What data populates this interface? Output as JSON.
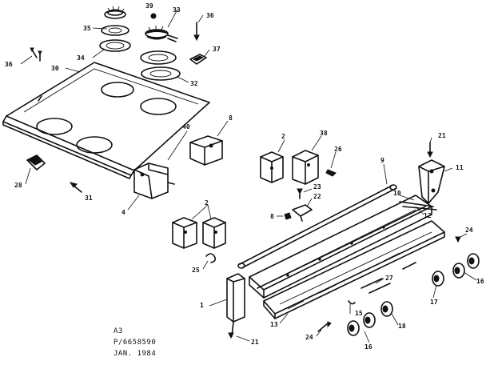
{
  "caption": {
    "line1": "A3",
    "line2": "P/6658590",
    "line3": "JAN. 1984"
  },
  "callouts": {
    "c39": "39",
    "c33": "33",
    "c36a": "36",
    "c35": "35",
    "c37": "37",
    "c34": "34",
    "c36b": "36",
    "c30": "30",
    "c32": "32",
    "c40": "40",
    "c8a": "8",
    "c4": "4",
    "c28": "28",
    "c31": "31",
    "c2a": "2",
    "c38": "38",
    "c26": "26",
    "c21a": "21",
    "c11": "11",
    "c9": "9",
    "c23": "23",
    "c22": "22",
    "c8b": "8",
    "c10": "10",
    "c12": "12",
    "c2b": "2",
    "c25": "25",
    "c24a": "24",
    "c16a": "16",
    "c27": "27",
    "c17": "17",
    "c1": "1",
    "c13": "13",
    "c15": "15",
    "c18": "18",
    "c24b": "24",
    "c16b": "16",
    "c21b": "21"
  }
}
